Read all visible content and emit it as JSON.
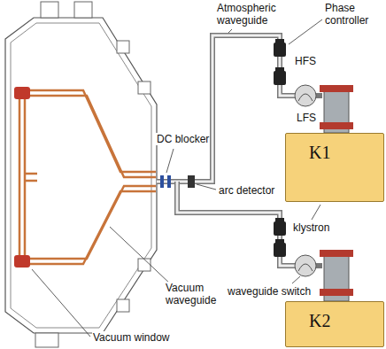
{
  "diagram": {
    "nodes": [
      {
        "text": [
          "K1"
        ]
      },
      {
        "text": [
          "K2"
        ]
      }
    ],
    "labels": [
      "Atmospheric waveguide",
      "Phase controller",
      "HFS",
      "DC blocker",
      "LFS",
      "arc detector",
      "klystron",
      "Vacuum waveguide",
      "waveguide switch",
      "Vacuum window"
    ]
  }
}
